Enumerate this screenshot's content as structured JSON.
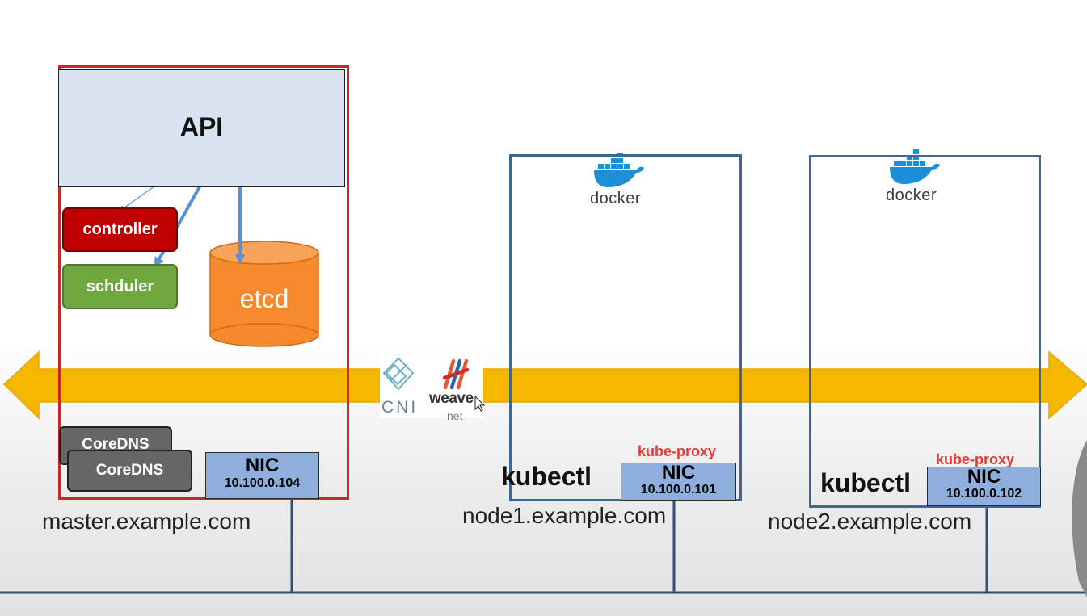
{
  "master": {
    "api_label": "API",
    "controller_label": "controller",
    "scheduler_label": "schduler",
    "etcd_label": "etcd",
    "coredns_labels": [
      "CoreDNS",
      "CoreDNS"
    ],
    "nic": {
      "label": "NIC",
      "ip": "10.100.0.104"
    },
    "hostname": "master.example.com"
  },
  "network": {
    "cni_label": "CNI",
    "weave_label": "weave",
    "weave_sub_label": "net"
  },
  "nodes": [
    {
      "docker_label": "docker",
      "kubectl_label": "kubectl",
      "kube_proxy_label": "kube-proxy",
      "nic": {
        "label": "NIC",
        "ip": "10.100.0.101"
      },
      "hostname": "node1.example.com"
    },
    {
      "docker_label": "docker",
      "kubectl_label": "kubectl",
      "kube_proxy_label": "kube-proxy",
      "nic": {
        "label": "NIC",
        "ip": "10.100.0.102"
      },
      "hostname": "node2.example.com"
    }
  ],
  "colors": {
    "master_border": "#c62828",
    "api_fill": "#dae3f2",
    "controller_fill": "#c00000",
    "scheduler_fill": "#70a840",
    "etcd_fill": "#f58a2c",
    "node_border": "#3f6795",
    "nic_fill": "#8eaedb",
    "network_arrow": "#f6b700",
    "docker_blue": "#1d8fd8",
    "kube_proxy_text": "#e53935"
  }
}
